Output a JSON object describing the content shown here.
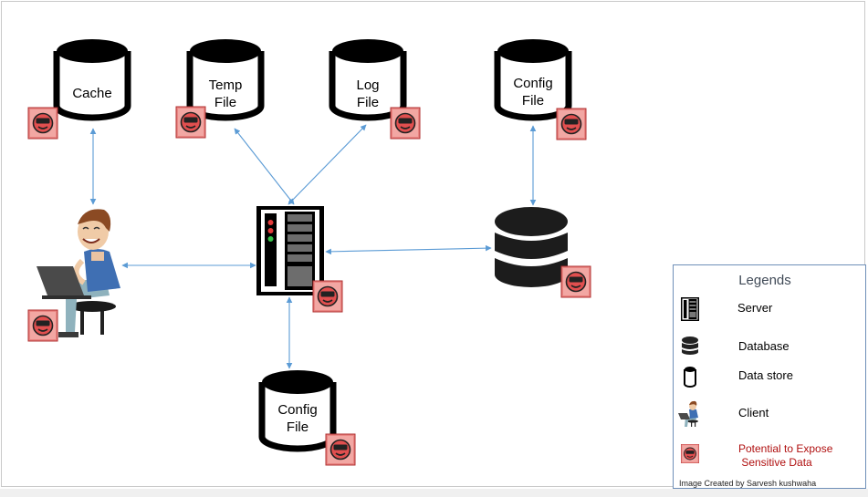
{
  "nodes": {
    "cache": {
      "label_lines": [
        "Cache"
      ]
    },
    "temp_file": {
      "label_lines": [
        "Temp",
        "File"
      ]
    },
    "log_file": {
      "label_lines": [
        "Log",
        "File"
      ]
    },
    "config_file_top": {
      "label_lines": [
        "Config",
        "File"
      ]
    },
    "config_file_bottom": {
      "label_lines": [
        "Config",
        "File"
      ]
    },
    "server": {},
    "database": {},
    "client": {}
  },
  "legend": {
    "title": "Legends",
    "items": [
      {
        "icon": "server-icon",
        "label": "Server"
      },
      {
        "icon": "database-icon",
        "label": "Database"
      },
      {
        "icon": "data-store-icon",
        "label": "Data store"
      },
      {
        "icon": "client-icon",
        "label": "Client"
      },
      {
        "icon": "sensitive-data-icon",
        "label_line1": "Potential to Expose",
        "label_line2": " Sensitive Data"
      }
    ],
    "credit": "Image Created by Sarvesh kushwaha"
  },
  "colors": {
    "arrow": "#5b9bd5",
    "warning_fill": "#e87a78",
    "warning_border": "#b03030",
    "legend_border": "#6f8fb8",
    "sensitive_text": "#b01010"
  }
}
